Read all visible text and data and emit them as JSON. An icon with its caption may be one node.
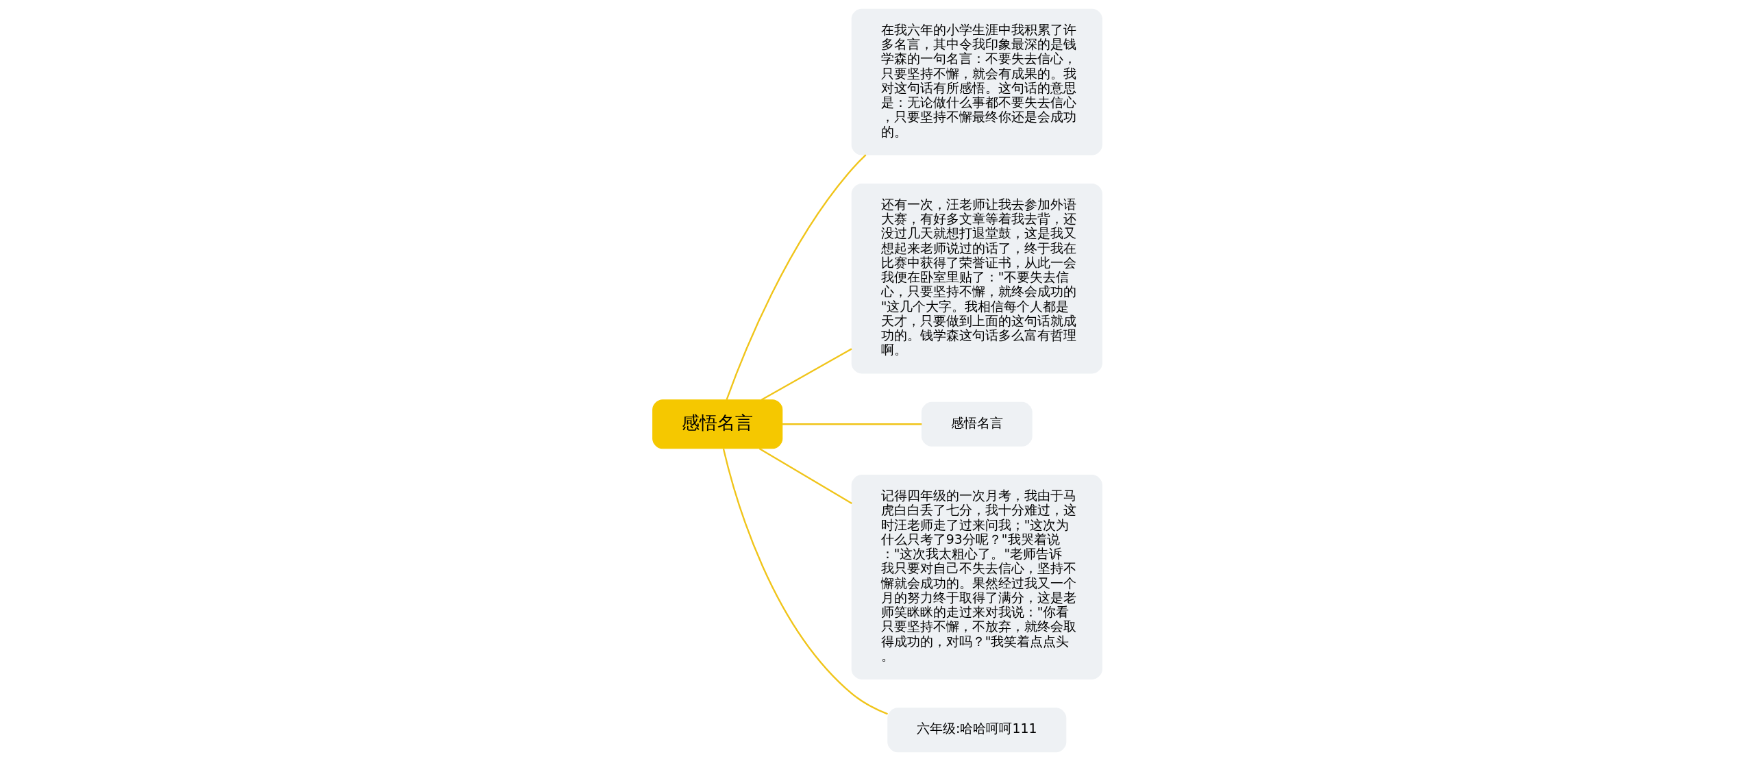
{
  "diagram": {
    "nodes": [
      {
        "text": [
          "感悟名言"
        ]
      },
      {
        "text": [
          "在我六年的小学生涯中我积累了许多名言，其中令我印象最深的是钱学森的一句名言：不要失去信心，只要坚持不懈，就会有成果的。我对这句话有所感悟。这句话的意思是：无论做什么事都不要失去信心，只要坚持不懈最终你还是会成功的。"
        ]
      },
      {
        "text": [
          "还有一次，汪老师让我去参加外语大赛，有好多文章等着我去背，还没过几天就想打退堂鼓，这是我又想起来老师说过的话了，终于我在比赛中获得了荣誉证书，从此一会我便在卧室里贴了：\"不要失去信心，只要坚持不懈，就终会成功的\"这几个大字。我相信每个人都是天才，只要做到上面的这句话就成功的。钱学森这句话多么富有哲理啊。"
        ]
      },
      {
        "text": [
          "感悟名言"
        ]
      },
      {
        "text": [
          "记得四年级的一次月考，我由于马虎白白丢了七分，我十分难过，这时汪老师走了过来问我；\"这次为什么只考了93分呢？\"我哭着说：\"这次我太粗心了。\"老师告诉我只要对自己不失去信心，坚持不懈就会成功的。果然经过我又一个月的努力终于取得了满分，这是老师笑眯眯的走过来对我说：\"你看只要坚持不懈，不放弃，就终会取得成功的，对吗？\"我笑着点点头。"
        ]
      },
      {
        "text": [
          "六年级:哈哈呵呵111"
        ]
      }
    ],
    "edges": [
      {
        "from": 0,
        "to": 1,
        "arrow": "none"
      },
      {
        "from": 0,
        "to": 2,
        "arrow": "none"
      },
      {
        "from": 0,
        "to": 3,
        "arrow": "none"
      },
      {
        "from": 0,
        "to": 4,
        "arrow": "none"
      },
      {
        "from": 0,
        "to": 5,
        "arrow": "none"
      }
    ]
  }
}
